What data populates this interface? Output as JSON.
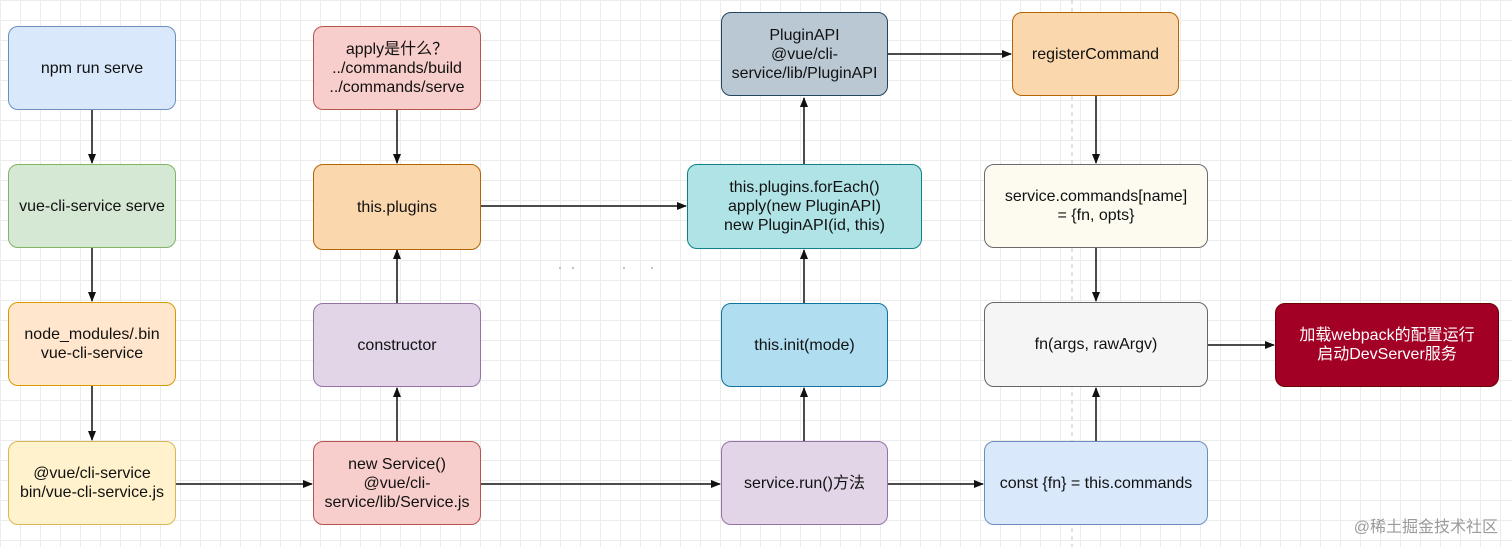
{
  "nodes": {
    "npm_run_serve": "npm run serve",
    "vue_cli_service_serve": "vue-cli-service serve",
    "node_modules_bin": "node_modules/.bin\nvue-cli-service",
    "vue_cli_service_js": "@vue/cli-service\nbin/vue-cli-service.js",
    "apply_what": "apply是什么？\n../commands/build\n../commands/serve",
    "this_plugins": "this.plugins",
    "constructor": "constructor",
    "new_service": "new Service()\n@vue/cli-\nservice/lib/Service.js",
    "plugin_api": "PluginAPI\n@vue/cli-\nservice/lib/PluginAPI",
    "plugins_foreach": "this.plugins.forEach()\napply(new PluginAPI)\nnew PluginAPI(id, this)",
    "this_init": "this.init(mode)",
    "service_run": "service.run()方法",
    "register_command": "registerCommand",
    "service_commands": "service.commands[name]\n= {fn, opts}",
    "fn_args": "fn(args, rawArgv)",
    "const_fn": "const {fn} = this.commands",
    "load_webpack": "加载webpack的配置运行\n启动DevServer服务"
  },
  "watermark": "@稀土掘金技术社区"
}
